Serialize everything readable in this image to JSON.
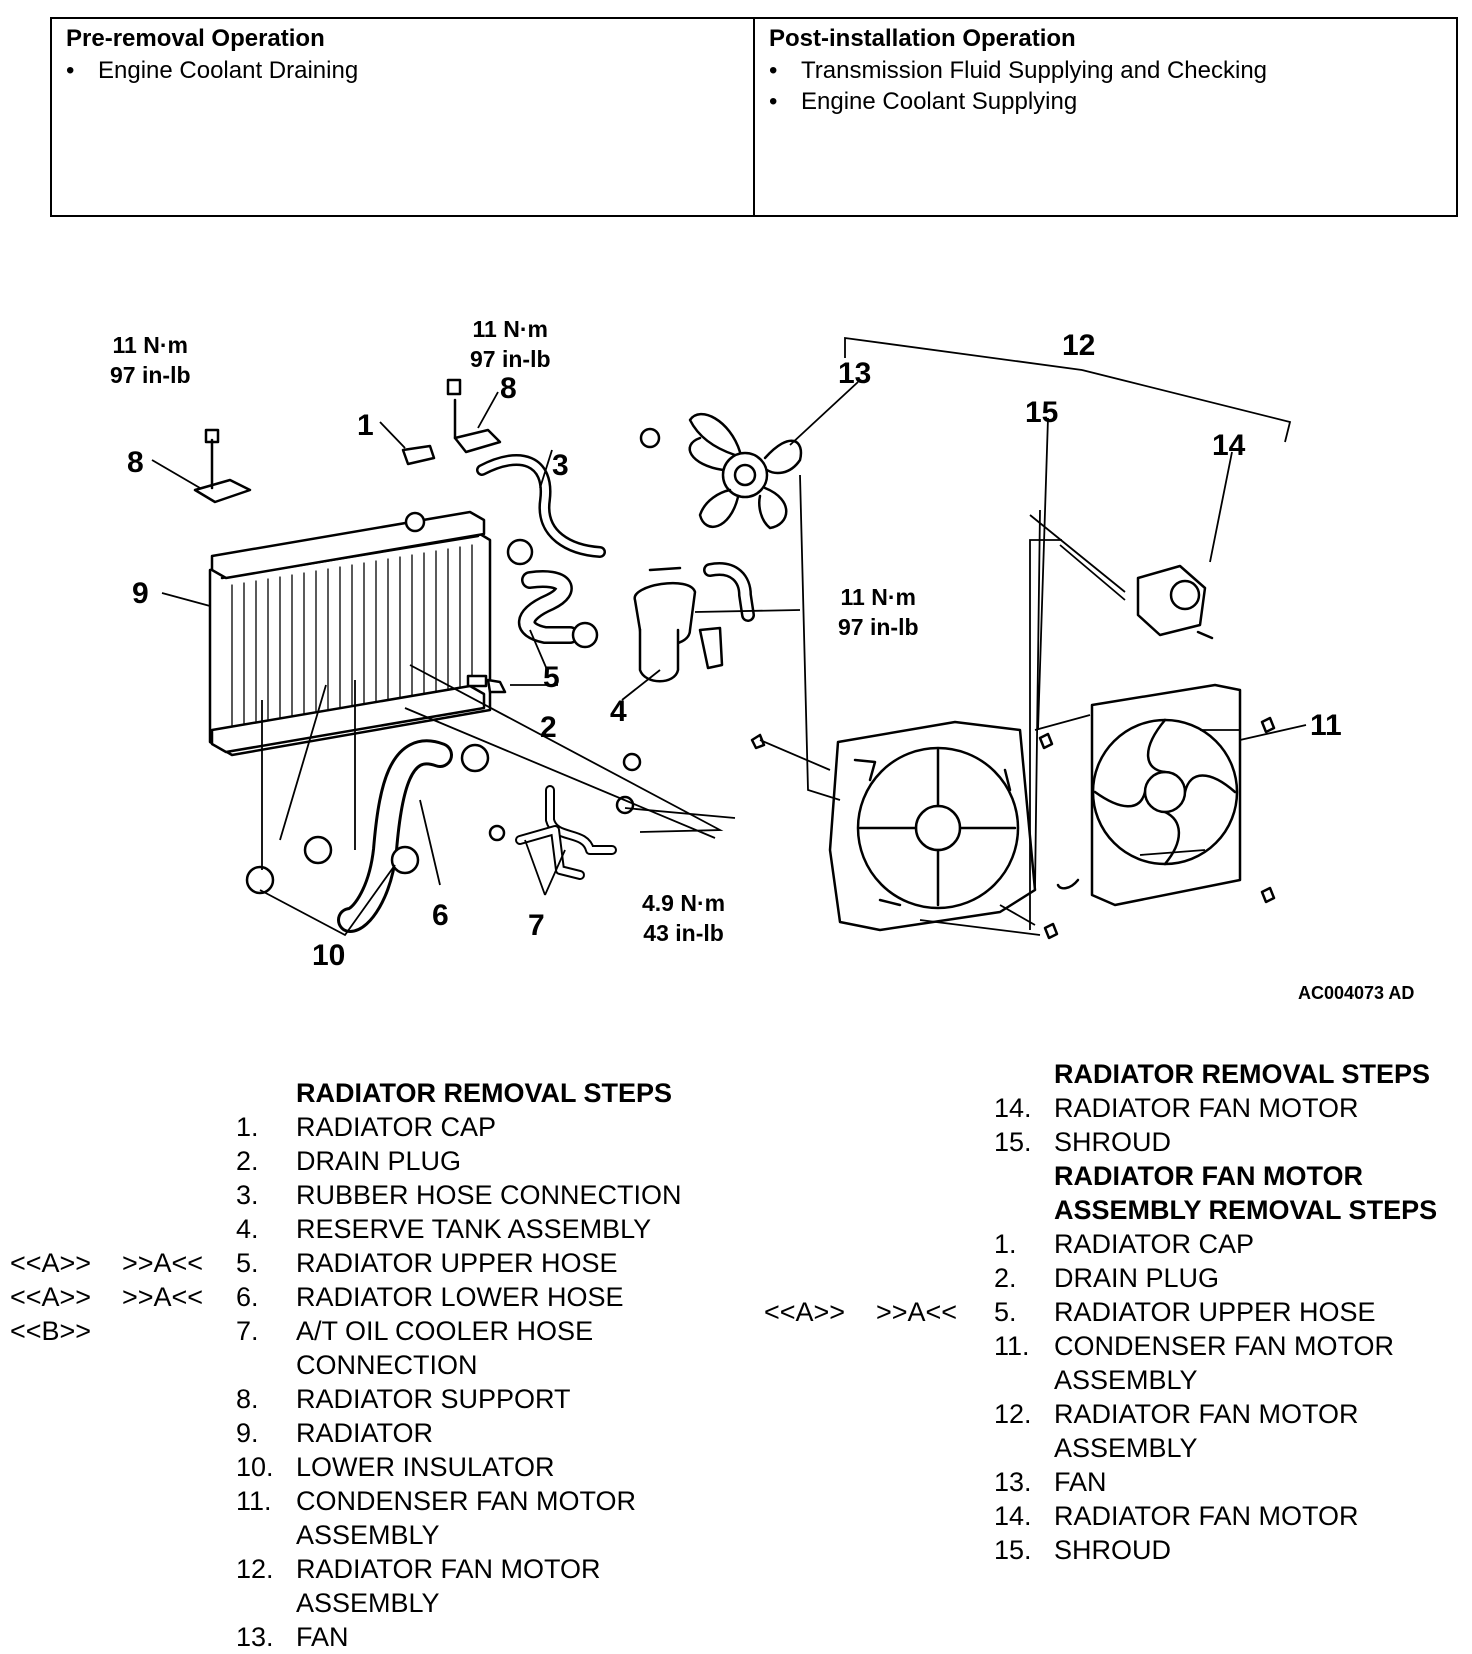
{
  "operations": {
    "pre_title": "Pre-removal Operation",
    "pre_items": [
      "Engine Coolant Draining"
    ],
    "post_title": "Post-installation Operation",
    "post_items": [
      "Transmission Fluid Supplying and Checking",
      "Engine Coolant Supplying"
    ]
  },
  "diagram": {
    "figure_code": "AC004073 AD",
    "callouts": {
      "c1": "1",
      "c2": "2",
      "c3": "3",
      "c4": "4",
      "c5": "5",
      "c6": "6",
      "c7": "7",
      "c8a": "8",
      "c8b": "8",
      "c9": "9",
      "c10": "10",
      "c11": "11",
      "c12": "12",
      "c13": "13",
      "c14": "14",
      "c15": "15"
    },
    "torques": {
      "t1": "11 N·m\n97 in-lb",
      "t2": "11 N·m\n97 in-lb",
      "t3": "11 N·m\n97 in-lb",
      "t4": "4.9 N·m\n43 in-lb"
    }
  },
  "left_steps": {
    "title": "RADIATOR REMOVAL STEPS",
    "items": [
      {
        "a": "",
        "b": "",
        "num": "1.",
        "text": "RADIATOR CAP"
      },
      {
        "a": "",
        "b": "",
        "num": "2.",
        "text": "DRAIN PLUG"
      },
      {
        "a": "",
        "b": "",
        "num": "3.",
        "text": "RUBBER HOSE CONNECTION"
      },
      {
        "a": "",
        "b": "",
        "num": "4.",
        "text": "RESERVE TANK ASSEMBLY"
      },
      {
        "a": "<<A>>",
        "b": ">>A<<",
        "num": "5.",
        "text": "RADIATOR UPPER HOSE"
      },
      {
        "a": "<<A>>",
        "b": ">>A<<",
        "num": "6.",
        "text": "RADIATOR LOWER HOSE"
      },
      {
        "a": "<<B>>",
        "b": "",
        "num": "7.",
        "text": "A/T OIL COOLER HOSE CONNECTION"
      },
      {
        "a": "",
        "b": "",
        "num": "8.",
        "text": "RADIATOR SUPPORT"
      },
      {
        "a": "",
        "b": "",
        "num": "9.",
        "text": "RADIATOR"
      },
      {
        "a": "",
        "b": "",
        "num": "10.",
        "text": "LOWER INSULATOR"
      },
      {
        "a": "",
        "b": "",
        "num": "11.",
        "text": "CONDENSER FAN MOTOR ASSEMBLY"
      },
      {
        "a": "",
        "b": "",
        "num": "12.",
        "text": "RADIATOR FAN MOTOR ASSEMBLY"
      },
      {
        "a": "",
        "b": "",
        "num": "13.",
        "text": "FAN"
      }
    ]
  },
  "right_steps": {
    "title": "RADIATOR REMOVAL STEPS",
    "items_a": [
      {
        "a": "",
        "b": "",
        "num": "14.",
        "text": "RADIATOR FAN MOTOR"
      },
      {
        "a": "",
        "b": "",
        "num": "15.",
        "text": "SHROUD"
      }
    ],
    "title2": "RADIATOR FAN MOTOR ASSEMBLY REMOVAL STEPS",
    "items_b": [
      {
        "a": "",
        "b": "",
        "num": "1.",
        "text": "RADIATOR CAP"
      },
      {
        "a": "",
        "b": "",
        "num": "2.",
        "text": "DRAIN PLUG"
      },
      {
        "a": "<<A>>",
        "b": ">>A<<",
        "num": "5.",
        "text": "RADIATOR UPPER HOSE"
      },
      {
        "a": "",
        "b": "",
        "num": "11.",
        "text": "CONDENSER FAN MOTOR ASSEMBLY"
      },
      {
        "a": "",
        "b": "",
        "num": "12.",
        "text": "RADIATOR FAN MOTOR ASSEMBLY"
      },
      {
        "a": "",
        "b": "",
        "num": "13.",
        "text": "FAN"
      },
      {
        "a": "",
        "b": "",
        "num": "14.",
        "text": "RADIATOR FAN MOTOR"
      },
      {
        "a": "",
        "b": "",
        "num": "15.",
        "text": "SHROUD"
      }
    ]
  }
}
